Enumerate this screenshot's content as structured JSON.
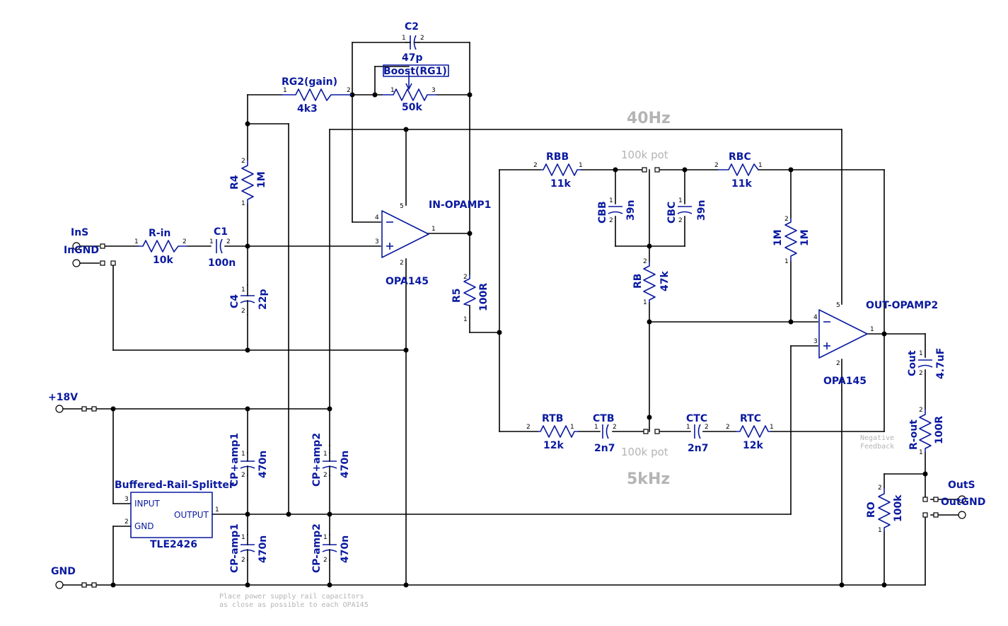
{
  "ports": {
    "ins": "InS",
    "ingnd": "InGND",
    "plus18": "+18V",
    "gnd": "GND",
    "outs": "OutS",
    "outgnd": "OutGND"
  },
  "resistors": {
    "rin": {
      "name": "R-in",
      "value": "10k"
    },
    "rg2": {
      "name": "RG2(gain)",
      "value": "4k3"
    },
    "r4": {
      "name": "R4",
      "value": "1M"
    },
    "r5": {
      "name": "R5",
      "value": "100R"
    },
    "rbb": {
      "name": "RBB",
      "value": "11k"
    },
    "rbc": {
      "name": "RBC",
      "value": "11k"
    },
    "rb": {
      "name": "RB",
      "value": "47k"
    },
    "r1m": {
      "name": "1M",
      "value": "1M"
    },
    "rtb": {
      "name": "RTB",
      "value": "12k"
    },
    "rtc": {
      "name": "RTC",
      "value": "12k"
    },
    "rout": {
      "name": "R-out",
      "value": "100R"
    },
    "ro": {
      "name": "RO",
      "value": "100k"
    }
  },
  "capacitors": {
    "c1": {
      "name": "C1",
      "value": "100n"
    },
    "c2": {
      "name": "C2",
      "value": "47p"
    },
    "c4": {
      "name": "C4",
      "value": "22p"
    },
    "cbb": {
      "name": "CBB",
      "value": "39n"
    },
    "cbc": {
      "name": "CBC",
      "value": "39n"
    },
    "ctb": {
      "name": "CTB",
      "value": "2n7"
    },
    "ctc": {
      "name": "CTC",
      "value": "2n7"
    },
    "cout": {
      "name": "Cout",
      "value": "4.7uF"
    },
    "cpp1": {
      "name": "CP+amp1",
      "value": "470n"
    },
    "cpp2": {
      "name": "CP+amp2",
      "value": "470n"
    },
    "cpm1": {
      "name": "CP-amp1",
      "value": "470n"
    },
    "cpm2": {
      "name": "CP-amp2",
      "value": "470n"
    }
  },
  "pot_boost": {
    "name": "Boost(RG1)",
    "value": "50k"
  },
  "opamp1": {
    "label": "IN-OPAMP1",
    "part": "OPA145"
  },
  "opamp2": {
    "label": "OUT-OPAMP2",
    "part": "OPA145"
  },
  "splitter": {
    "label": "Buffered-Rail-Splitter",
    "part": "TLE2426",
    "pin_input": "INPUT",
    "pin_gnd": "GND",
    "pin_output": "OUTPUT"
  },
  "annotations": {
    "bass_freq": "40Hz",
    "treble_freq": "5kHz",
    "pot_top": "100k pot",
    "pot_bottom": "100k pot",
    "neg_feedback_1": "Negative",
    "neg_feedback_2": "Feedback",
    "place_note_1": "Place power supply rail capacitors",
    "place_note_2": "as close as possible to each OPA145"
  },
  "colors": {
    "wire": "#000000",
    "component": "#0a1aa0",
    "annotation": "#b4b4b4"
  }
}
